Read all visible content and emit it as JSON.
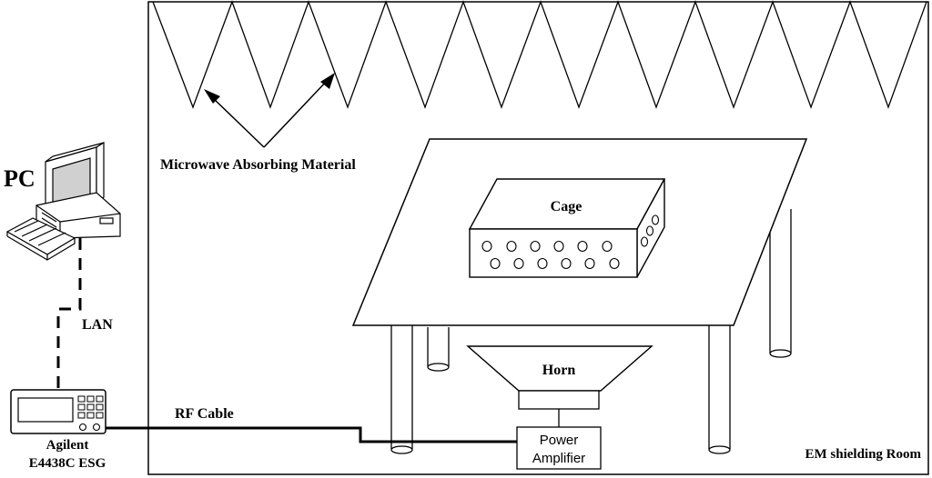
{
  "labels": {
    "pc": "PC",
    "lan": "LAN",
    "agilent_line1": "Agilent",
    "agilent_line2": "E4438C ESG",
    "rf_cable": "RF Cable",
    "microwave": "Microwave Absorbing Material",
    "cage": "Cage",
    "horn": "Horn",
    "power_line1": "Power",
    "power_line2": "Amplifier",
    "room": "EM shielding Room"
  },
  "colors": {
    "stroke": "#000000",
    "background": "#ffffff",
    "screen_fill": "#d0d0d0"
  }
}
